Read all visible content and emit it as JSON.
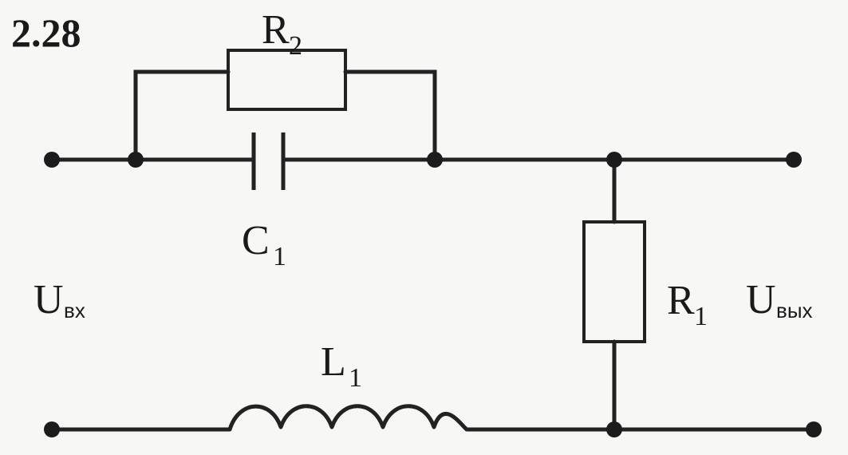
{
  "problem_number": "2.28",
  "labels": {
    "r2": {
      "main": "R",
      "sub": "2"
    },
    "c1": {
      "main": "C",
      "sub": "1"
    },
    "l1": {
      "main": "L",
      "sub": "1"
    },
    "r1": {
      "main": "R",
      "sub": "1"
    },
    "u_in": {
      "main": "U",
      "sub": "вх"
    },
    "u_out": {
      "main": "U",
      "sub": "вых"
    }
  }
}
